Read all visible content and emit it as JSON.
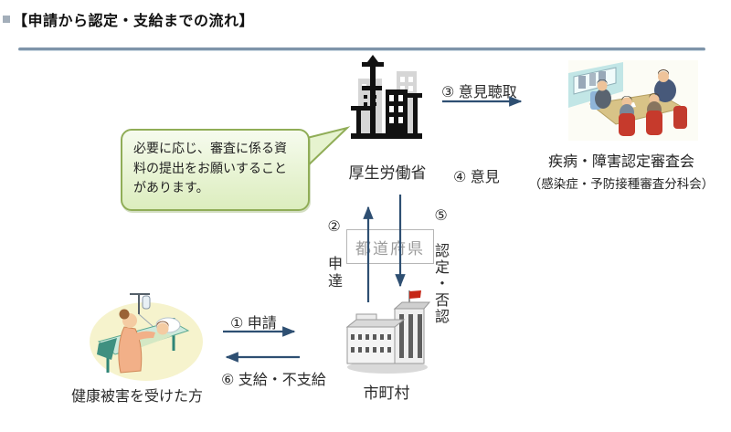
{
  "title": "【申請から認定・支給までの流れ】",
  "flow": {
    "ministry": "厚生労働省",
    "committee_line1": "疾病・障害認定審査会",
    "committee_line2": "（感染症・予防接種審査分科会）",
    "prefecture": "都道府県",
    "municipality": "市町村",
    "victim": "健康被害を受けた方",
    "callout": {
      "line1": "必要に応じ、審査に係る資",
      "line2": "料の提出をお願いすること",
      "line3": "があります。"
    },
    "steps": {
      "s1": "① 申請",
      "s2": "② 申達",
      "s3": "③ 意見聴取",
      "s4": "④ 意見",
      "s5": "⑤ 認定・否認",
      "s6": "⑥ 支給・不支給"
    }
  },
  "icons": {
    "ministry": "government-building-illustration",
    "committee": "committee-meeting-illustration",
    "municipality": "city-office-building-illustration",
    "victim": "patient-in-bed-with-caregiver-illustration",
    "title_bullet": "square-bullet"
  },
  "colors": {
    "arrow": "#2e4f72",
    "divider": "#7e94a9",
    "callout_border": "#90ad57",
    "callout_fill_top": "#f6fbee",
    "callout_fill_bottom": "#dcedbe",
    "prefecture_text": "#9b9b9b",
    "flag_red": "#c62818"
  }
}
